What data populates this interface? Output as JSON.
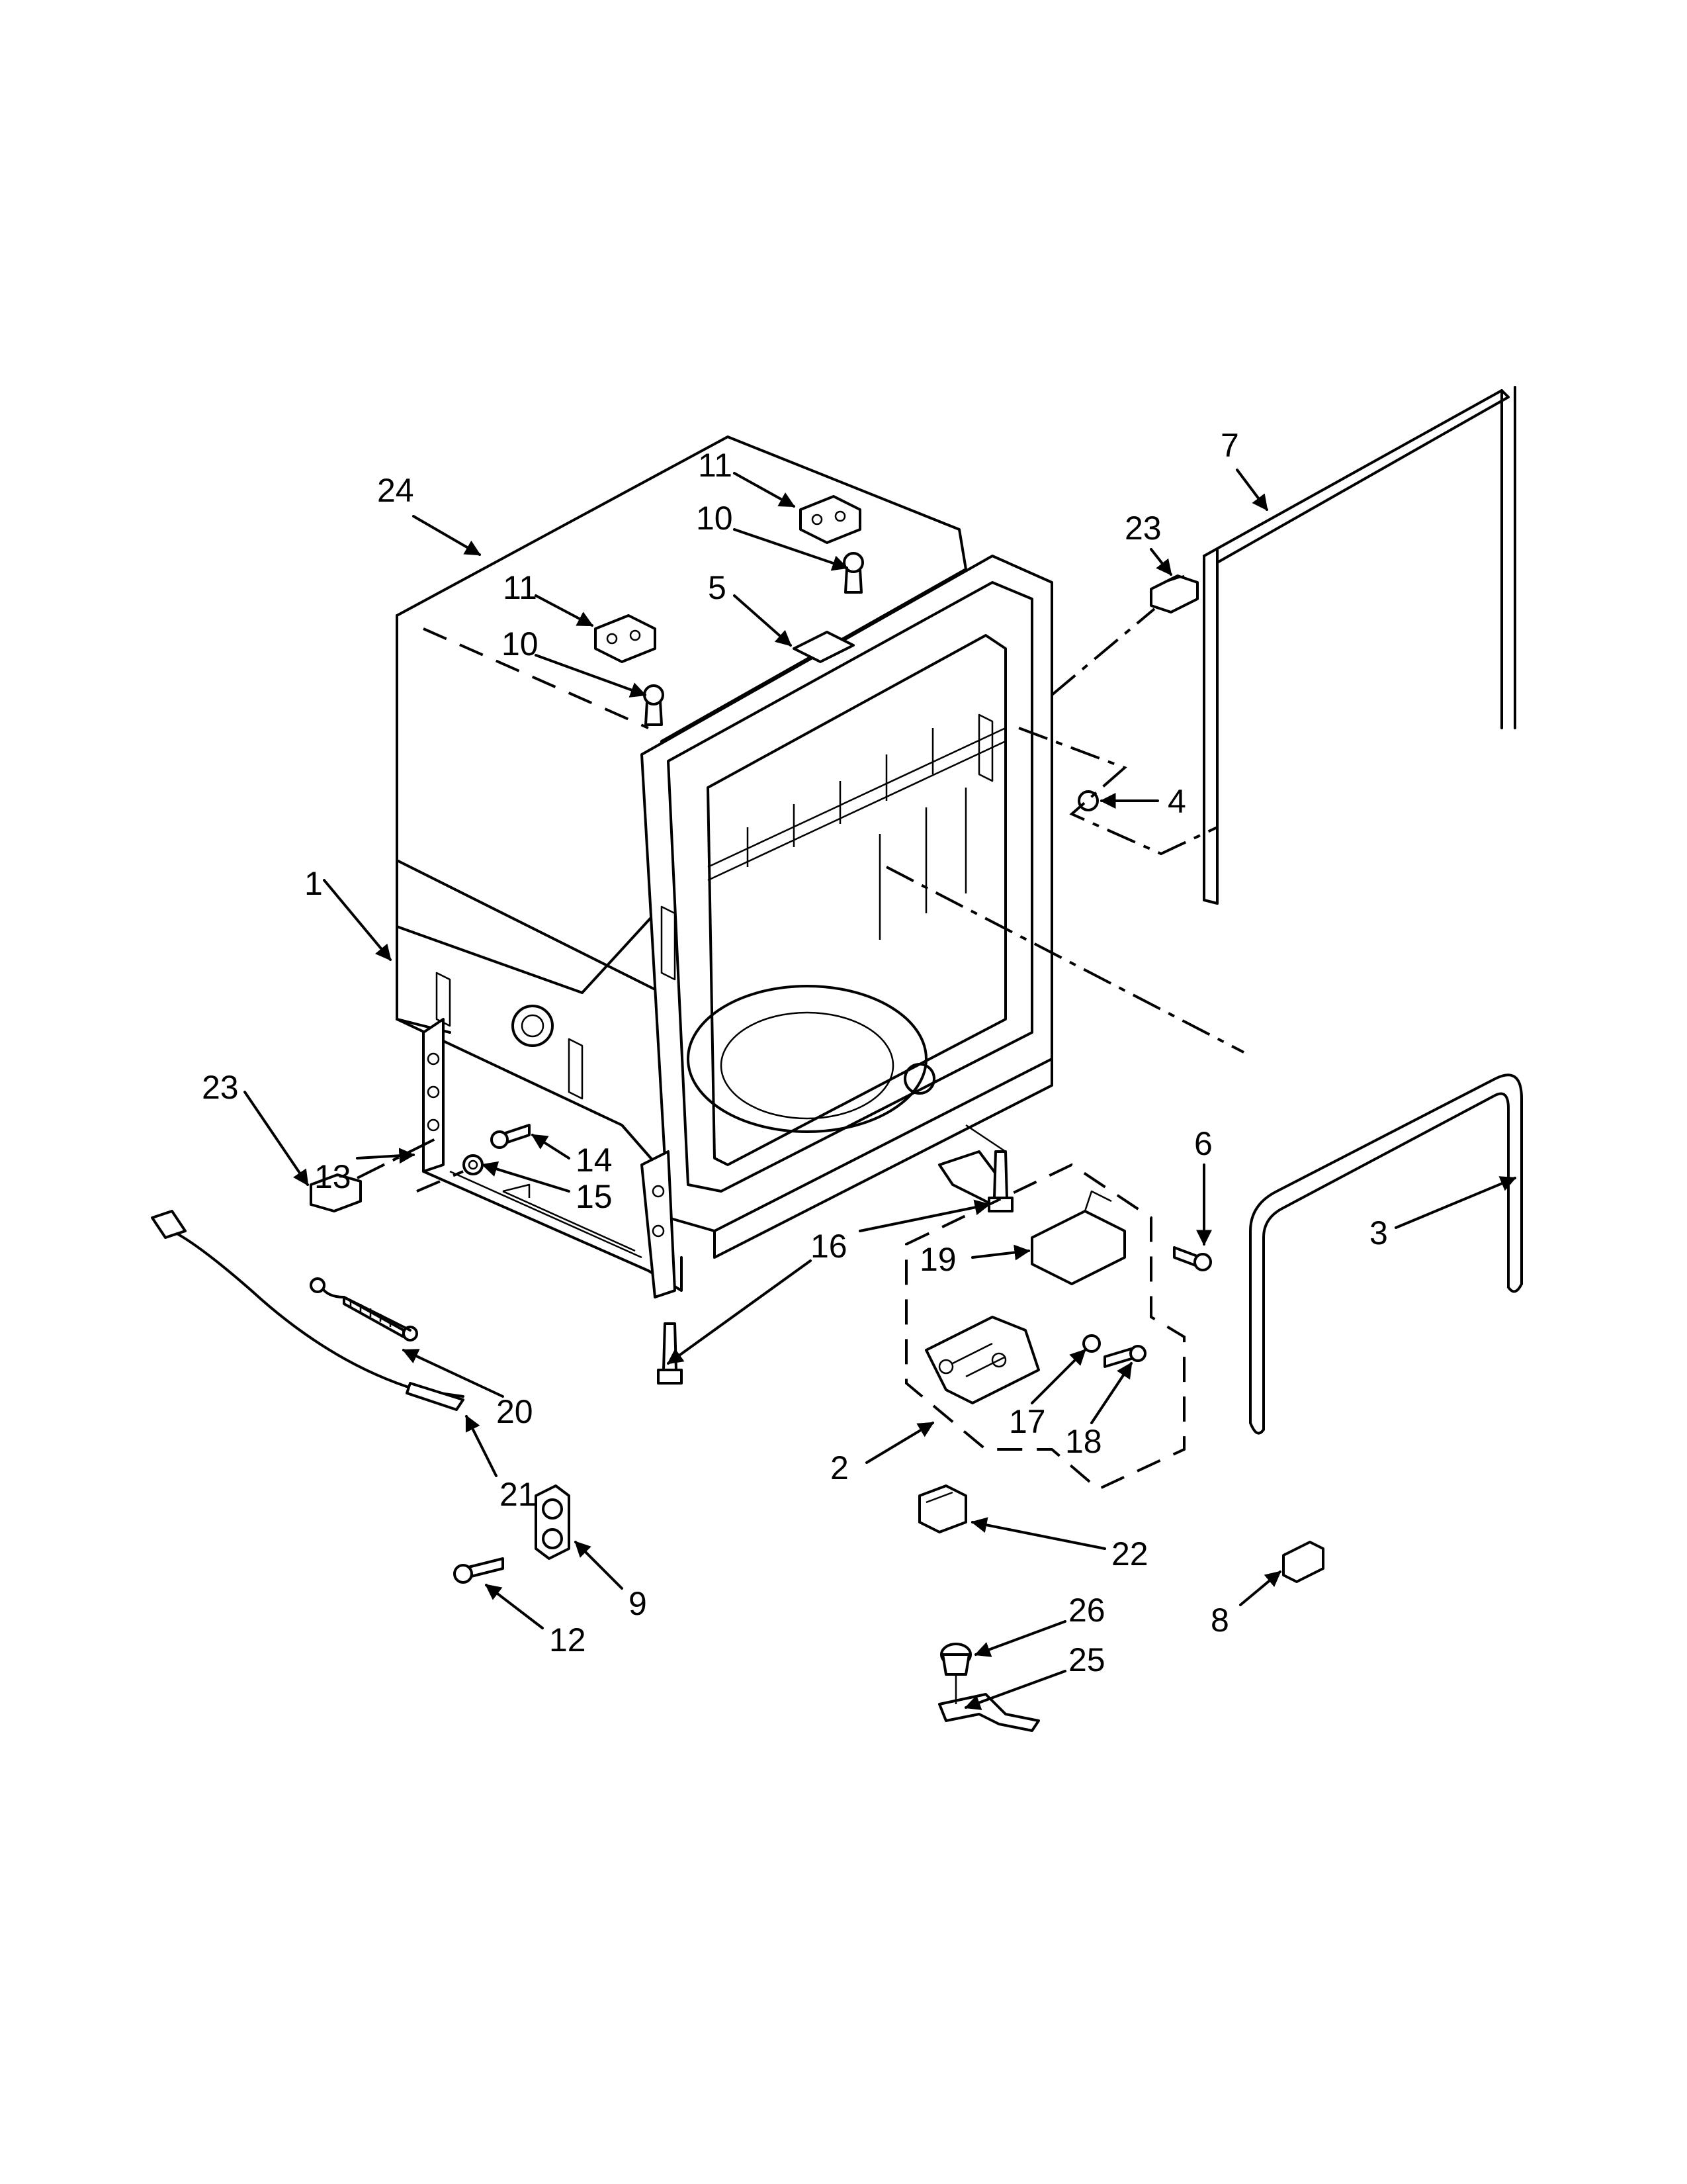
{
  "labels": [
    {
      "id": "1",
      "text": "1"
    },
    {
      "id": "2",
      "text": "2"
    },
    {
      "id": "3",
      "text": "3"
    },
    {
      "id": "4",
      "text": "4"
    },
    {
      "id": "5",
      "text": "5"
    },
    {
      "id": "6",
      "text": "6"
    },
    {
      "id": "7",
      "text": "7"
    },
    {
      "id": "8",
      "text": "8"
    },
    {
      "id": "9",
      "text": "9"
    },
    {
      "id": "10a",
      "text": "10"
    },
    {
      "id": "10b",
      "text": "10"
    },
    {
      "id": "11a",
      "text": "11"
    },
    {
      "id": "11b",
      "text": "11"
    },
    {
      "id": "12",
      "text": "12"
    },
    {
      "id": "13",
      "text": "13"
    },
    {
      "id": "14",
      "text": "14"
    },
    {
      "id": "15",
      "text": "15"
    },
    {
      "id": "16",
      "text": "16"
    },
    {
      "id": "17",
      "text": "17"
    },
    {
      "id": "18",
      "text": "18"
    },
    {
      "id": "19",
      "text": "19"
    },
    {
      "id": "20",
      "text": "20"
    },
    {
      "id": "21",
      "text": "21"
    },
    {
      "id": "22",
      "text": "22"
    },
    {
      "id": "23a",
      "text": "23"
    },
    {
      "id": "23b",
      "text": "23"
    },
    {
      "id": "24",
      "text": "24"
    },
    {
      "id": "25",
      "text": "25"
    },
    {
      "id": "26",
      "text": "26"
    }
  ]
}
